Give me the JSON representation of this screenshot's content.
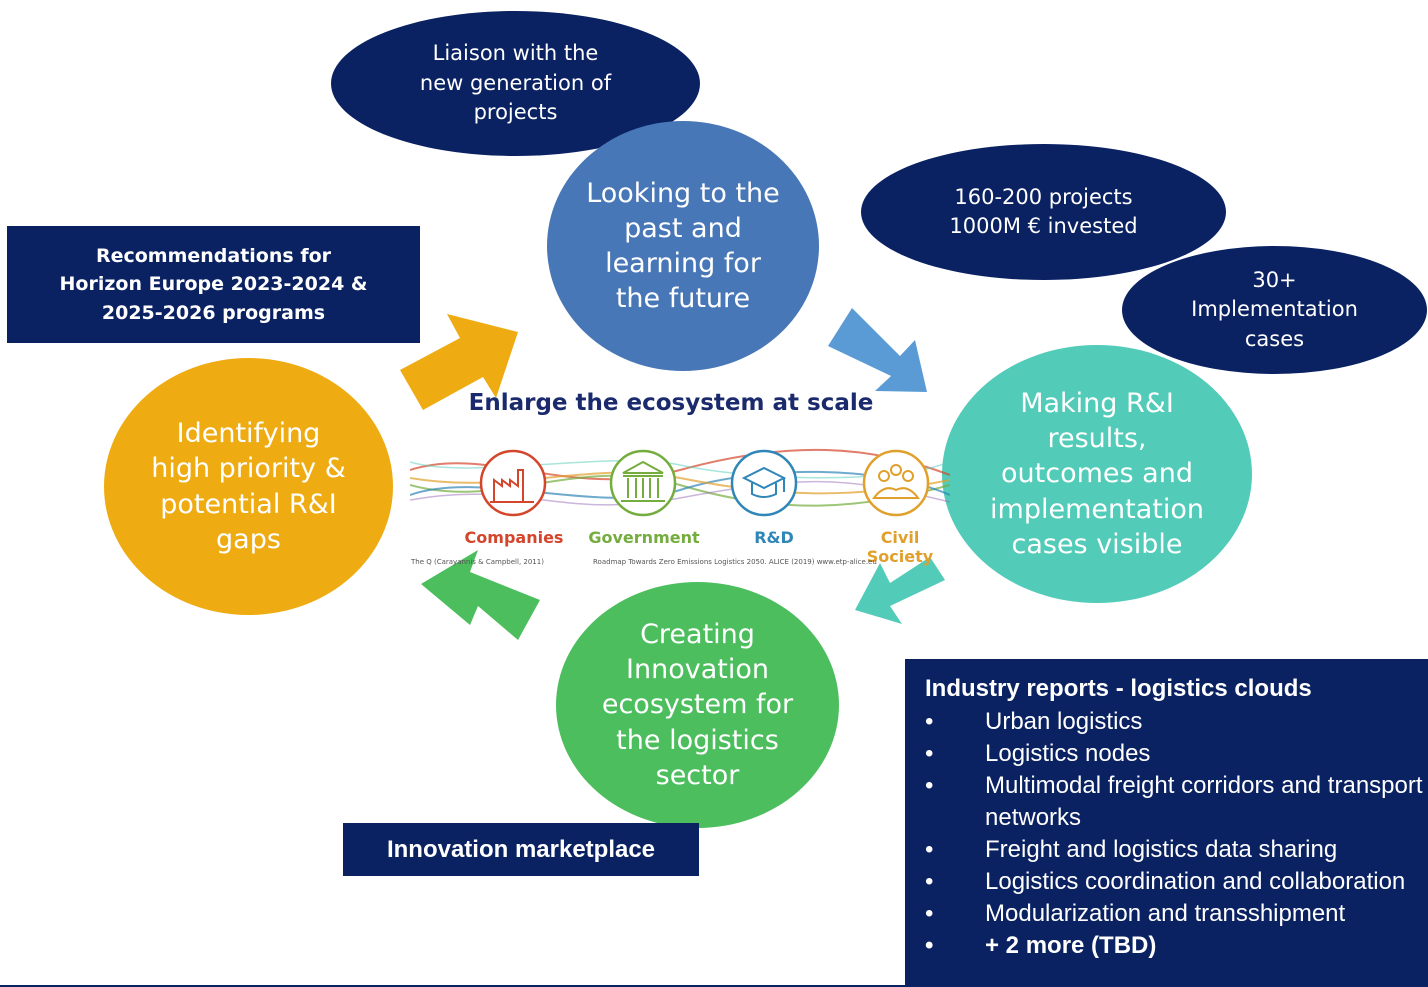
{
  "ellipses": {
    "liaison": "Liaison with the\nnew generation of\nprojects",
    "projects": "160-200 projects\n1000M € invested",
    "implementation": "30+\nImplementation\ncases"
  },
  "circles": {
    "looking": "Looking to the\npast and\nlearning for\nthe future",
    "making": "Making R&I\nresults,\noutcomes and\nimplementation\ncases visible",
    "creating": "Creating\nInnovation\necosystem for\nthe logistics\nsector",
    "identifying": "Identifying\nhigh priority &\npotential R&I\ngaps"
  },
  "recommendations": "Recommendations for\nHorizon Europe 2023-2024 &\n2025-2026 programs",
  "center": {
    "title": "Enlarge the ecosystem at scale",
    "sectors": [
      "Companies",
      "Government",
      "R&D",
      "Civil Society"
    ],
    "footnote_left": "The Q (Carayannis & Campbell, 2011)",
    "footnote_right": "Roadmap Towards Zero Emissions Logistics 2050. ALICE (2019) www.etp-alice.eu"
  },
  "marketplace": "Innovation marketplace",
  "reports": {
    "title": "Industry reports - logistics clouds",
    "items": [
      "Urban logistics",
      "Logistics nodes",
      "Multimodal freight corridors and transport networks",
      "Freight and logistics data sharing",
      "Logistics coordination and collaboration",
      "Modularization and transshipment"
    ],
    "last_item": "+ 2 more (TBD)"
  },
  "colors": {
    "navy": "#0b2262",
    "blue_circle": "#4877b7",
    "teal_circle": "#52cbb8",
    "green_circle": "#4cbe5d",
    "yellow_circle": "#eeab12",
    "companies": "#d4462b",
    "government": "#74ad3d",
    "rd": "#2f86b7",
    "civil_society": "#e0a02b"
  }
}
